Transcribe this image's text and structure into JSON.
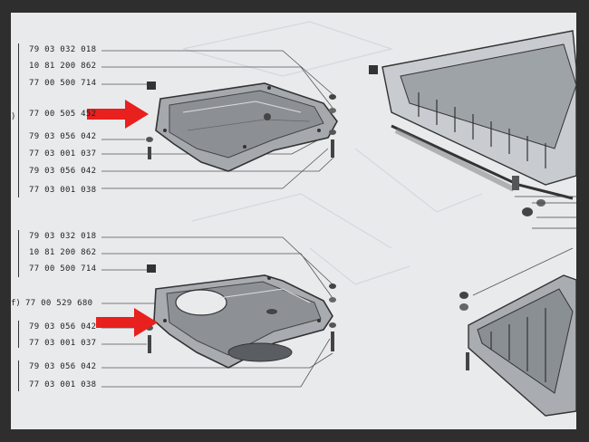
{
  "diagram": {
    "upper_group": {
      "part_numbers": [
        "79 03 032 018",
        "10 81 200 862",
        "77 00 500 714",
        "77 00 505 452",
        "79 03 056 042",
        "77 03 001 037",
        "79 03 056 042",
        "77 03 001 038"
      ],
      "prefix": ")"
    },
    "lower_group": {
      "part_numbers": [
        "79 03 032 018",
        "10 81 200 862",
        "77 00 500 714",
        "77 00 529 680",
        "79 03 056 042",
        "77 03 001 037",
        "79 03 056 042",
        "77 03 001 038"
      ],
      "prefix": "f)"
    },
    "highlight_color": "#e8201e",
    "arrow_icon": "red-arrow-icon"
  }
}
